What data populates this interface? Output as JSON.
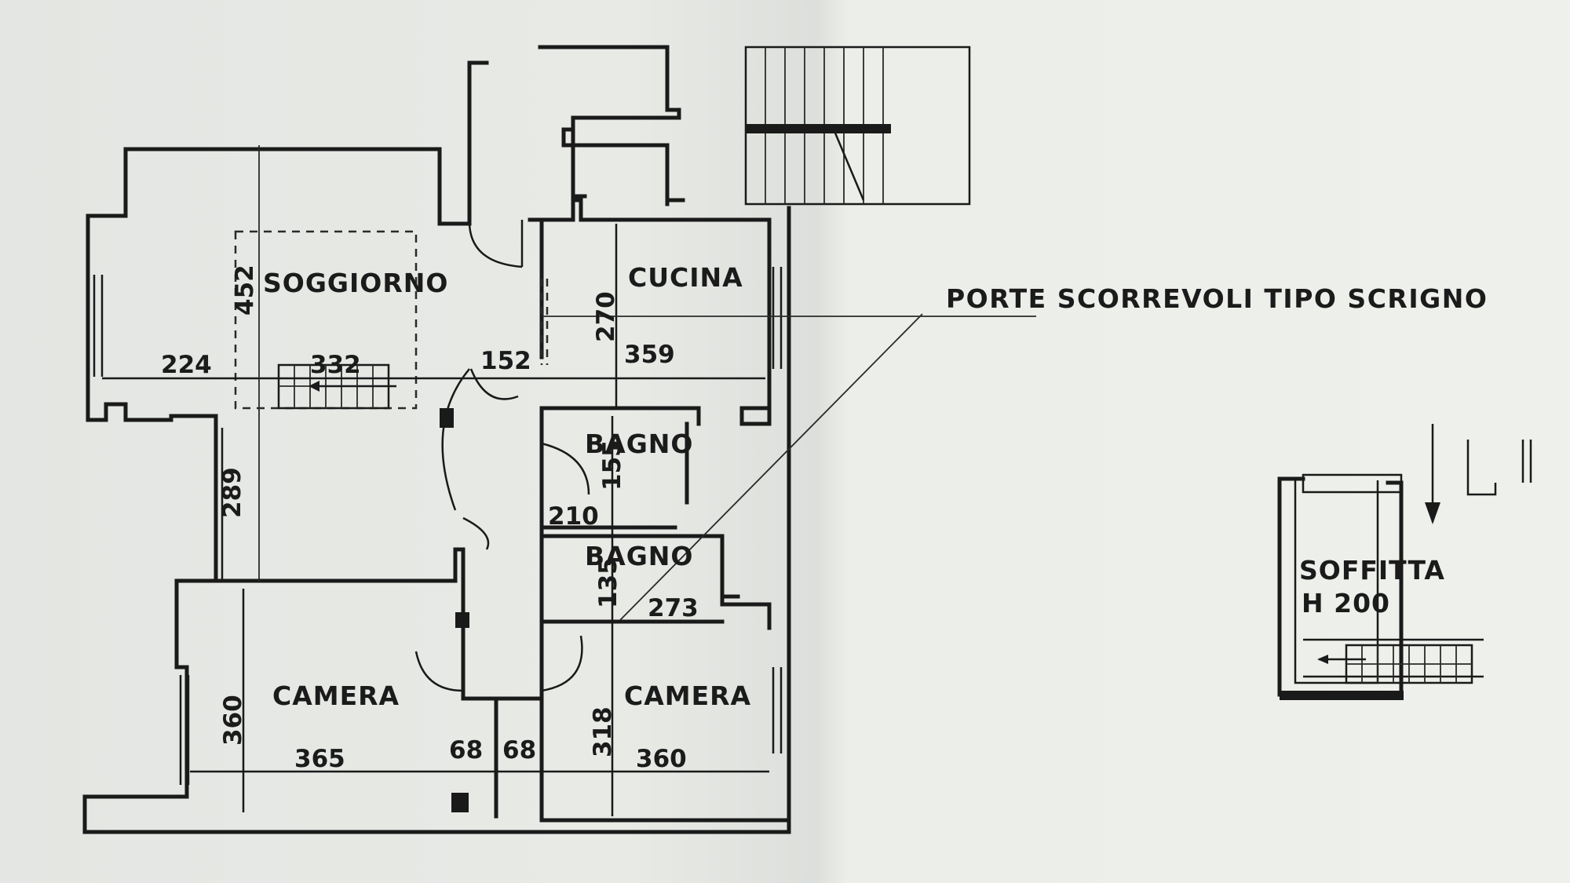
{
  "rooms": {
    "soggiorno": "SOGGIORNO",
    "cucina": "CUCINA",
    "bagno_1": "BAGNO",
    "bagno_2": "BAGNO",
    "camera_left": "CAMERA",
    "camera_right": "CAMERA",
    "soffitta": "SOFFITTA",
    "soffitta_height": "H 200"
  },
  "dimensions": {
    "d452": "452",
    "d224": "224",
    "d332": "332",
    "d152": "152",
    "d270": "270",
    "d359": "359",
    "d289": "289",
    "d155": "155",
    "d210": "210",
    "d135": "135",
    "d273": "273",
    "d360_left": "360",
    "d365": "365",
    "d68_a": "68",
    "d68_b": "68",
    "d318": "318",
    "d360_right": "360"
  },
  "note": "PORTE SCORREVOLI TIPO SCRIGNO"
}
